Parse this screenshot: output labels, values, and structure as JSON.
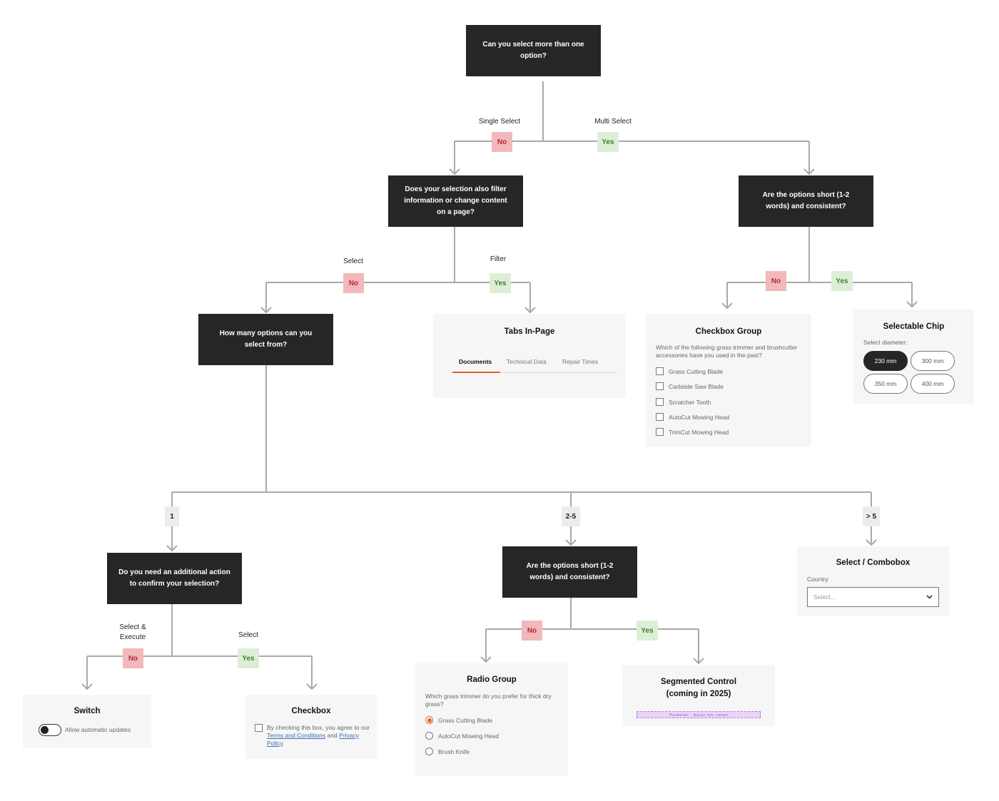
{
  "questions": {
    "root": "Can you select more than one option?",
    "filter": "Does your selection also filter information or change content on a page?",
    "short_top": "Are the options short (1-2 words) and consistent?",
    "how_many": "How many options can you select from?",
    "confirm": "Do you need an additional action to confirm your selection?",
    "short_mid": "Are the options short (1-2 words) and consistent?"
  },
  "branch_labels": {
    "single_select": "Single Select",
    "multi_select": "Multi Select",
    "select": "Select",
    "filter": "Filter",
    "select_execute": "Select & Execute",
    "select2": "Select"
  },
  "tags": {
    "no": "No",
    "yes": "Yes",
    "one": "1",
    "two_five": "2-5",
    "gt_five": "> 5"
  },
  "tabs_card": {
    "title": "Tabs In-Page",
    "tabs": [
      "Documents",
      "Technical Data",
      "Repair Times"
    ]
  },
  "checkbox_group": {
    "title": "Checkbox Group",
    "question": "Which of the following grass trimmer and brushcutter accessories have you used in the past?",
    "options": [
      "Grass Cutting Blade",
      "Carbside Saw Blade",
      "Scratcher Tooth",
      "AutoCut Mowing Head",
      "TrimCut Mowing Head"
    ]
  },
  "chip_card": {
    "title": "Selectable Chip",
    "label": "Select diameter:",
    "chips": [
      "230 mm",
      "300 mm",
      "350 mm",
      "400 mm"
    ]
  },
  "combobox_card": {
    "title": "Select / Combobox",
    "label": "Country",
    "placeholder": "Select..."
  },
  "switch_card": {
    "title": "Switch",
    "label": "Allow automatic updates"
  },
  "checkbox_card": {
    "title": "Checkbox",
    "text_pre": "By checking this box, you agree to our",
    "terms": "Terms and Conditions",
    "and": "and",
    "privacy": "Privacy Policy",
    "period": "."
  },
  "radio_card": {
    "title": "Radio Group",
    "question": "Which grass trimmer do you prefer for thick dry grass?",
    "options": [
      "Grass Cutting Blade",
      "AutoCut Mowing Head",
      "Brush Knife"
    ]
  },
  "segmented_card": {
    "title_line1": "Segmented Control",
    "title_line2": "(coming in 2025)",
    "placeholder": "Placeholder · Replace this content"
  },
  "colors": {
    "line": "#a9a9a9",
    "question_bg": "#262626",
    "no_bg": "#f2b8bb",
    "yes_bg": "#dcefd6",
    "accent": "#e0622b"
  }
}
